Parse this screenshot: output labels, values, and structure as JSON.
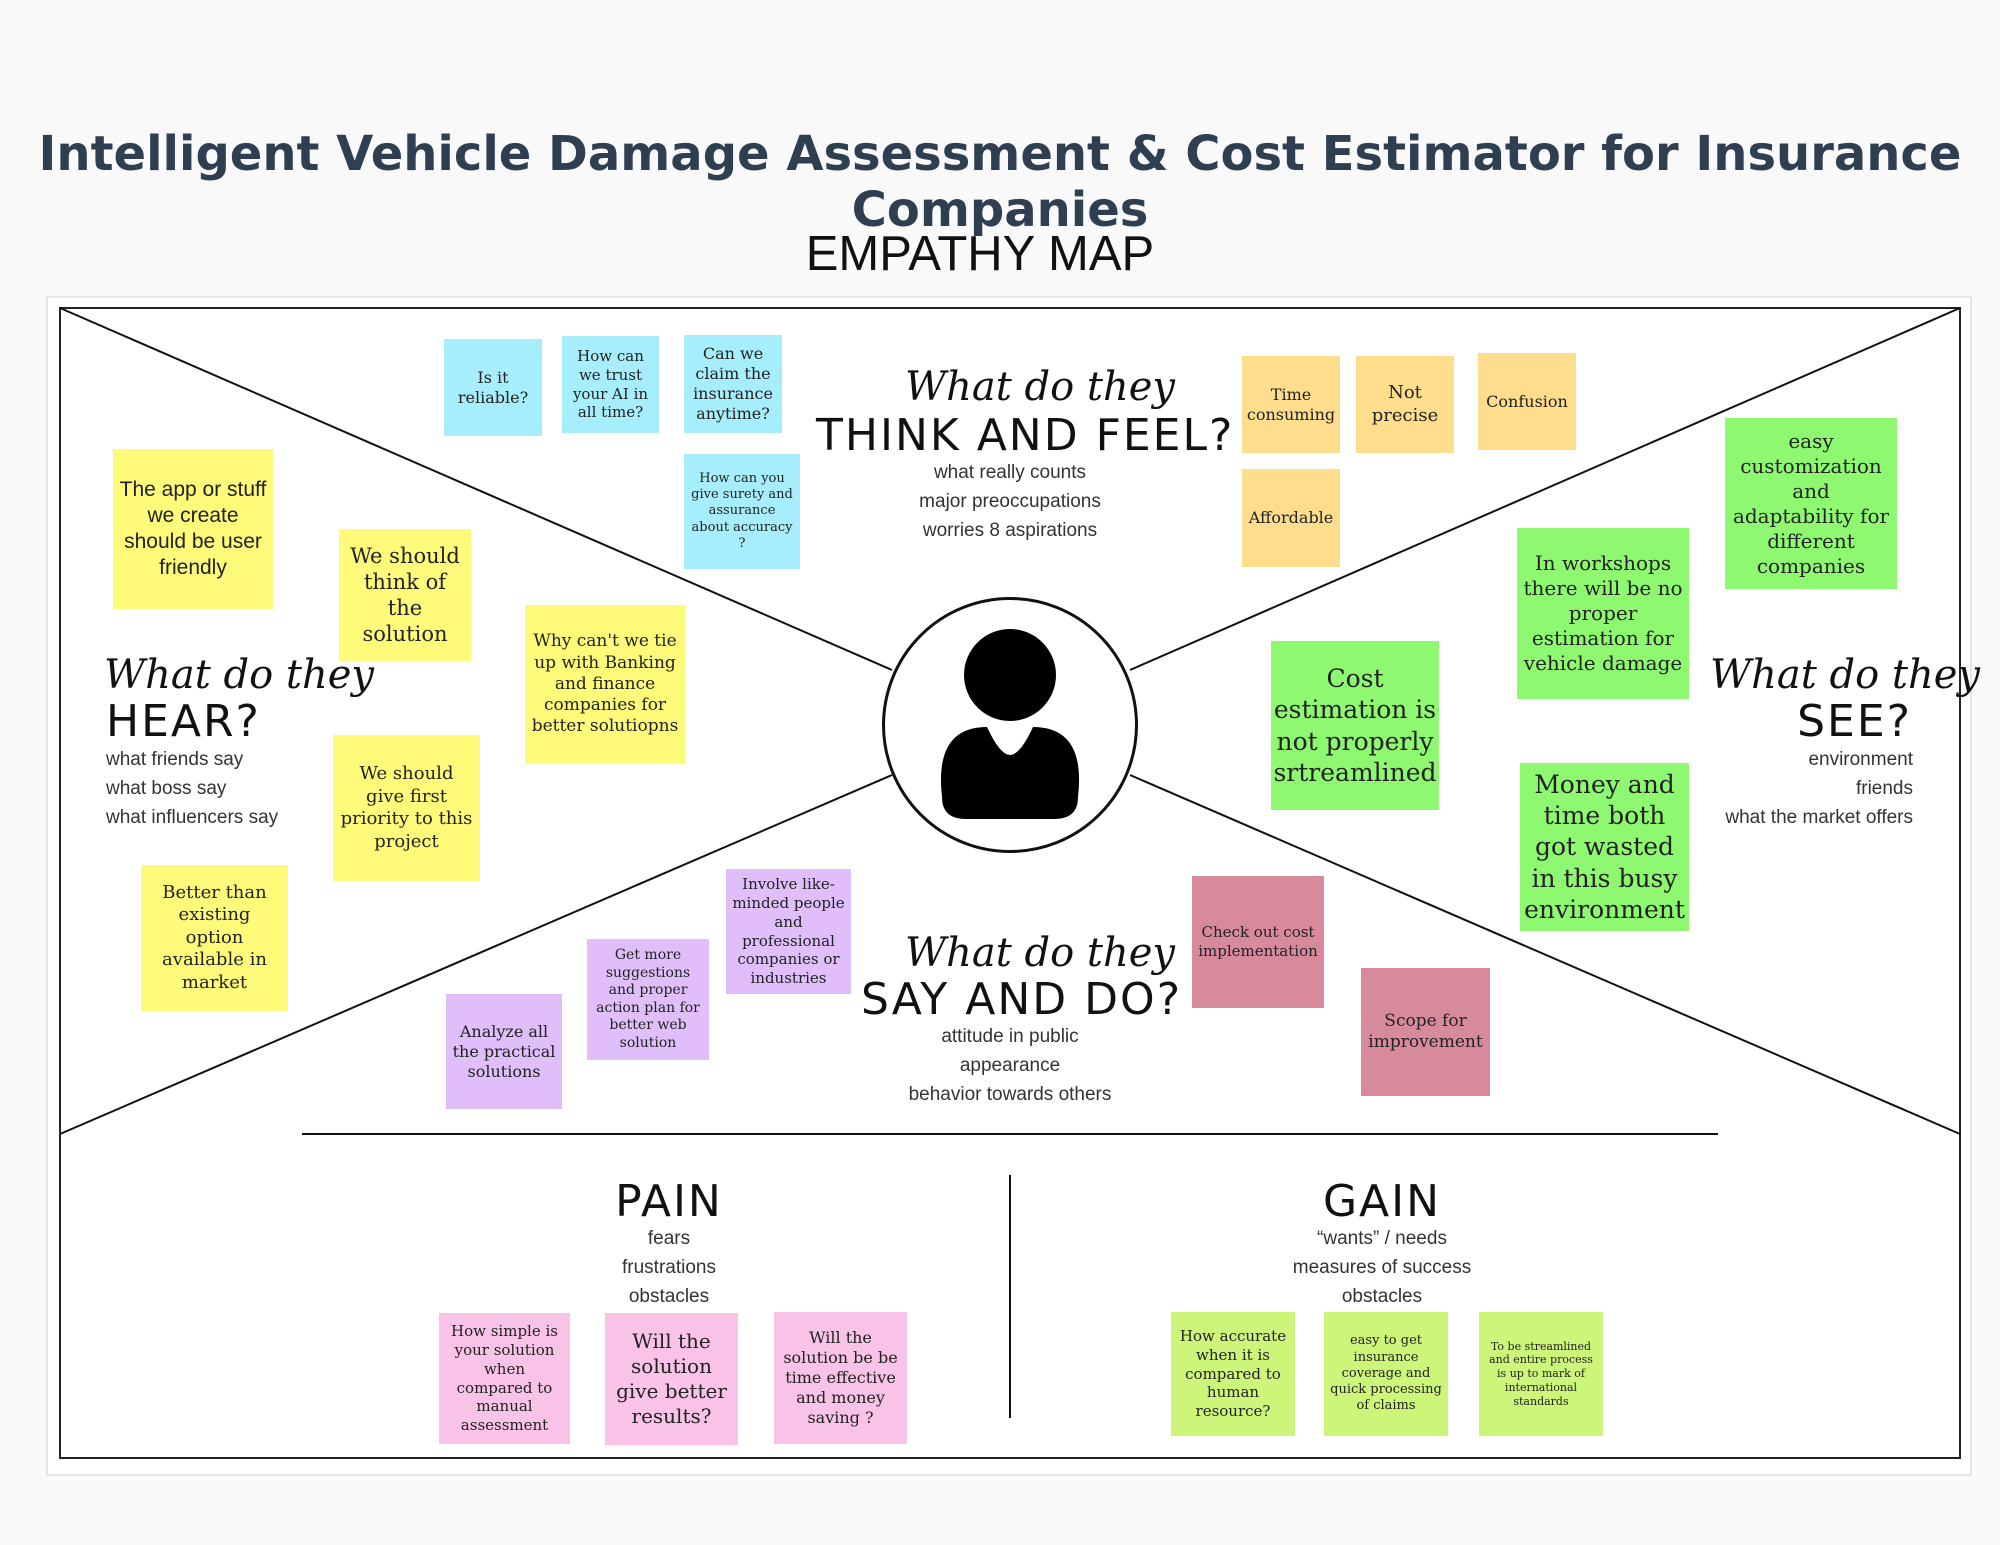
{
  "title": "Intelligent Vehicle Damage Assessment & Cost Estimator for Insurance Companies",
  "subtitle": "EMPATHY MAP",
  "sections": {
    "think": {
      "script": "What do they",
      "heading": "THINK AND FEEL?",
      "lines": [
        "what really counts",
        "major preoccupations",
        "worries 8 aspirations"
      ]
    },
    "hear": {
      "script": "What do they",
      "heading": "HEAR?",
      "lines": [
        "what friends say",
        "what boss say",
        "what influencers say"
      ]
    },
    "see": {
      "script": "What do they",
      "heading": "SEE?",
      "lines": [
        "environment",
        "friends",
        "what the market offers"
      ]
    },
    "say": {
      "script": "What do they",
      "heading": "SAY AND DO?",
      "lines": [
        "attitude in public",
        "appearance",
        "behavior towards others"
      ]
    },
    "pain": {
      "heading": "PAIN",
      "lines": [
        "fears",
        "frustrations",
        "obstacles"
      ]
    },
    "gain": {
      "heading": "GAIN",
      "lines": [
        "“wants” / needs",
        "measures of success",
        "obstacles"
      ]
    }
  },
  "notes": {
    "think_blue": [
      "Is it reliable?",
      "How can we trust your AI in all time?",
      "Can we claim the insurance anytime?",
      "How can you give surety and assurance about accuracy ?"
    ],
    "think_orange": [
      "Time consuming",
      "Not precise",
      "Confusion",
      "Affordable"
    ],
    "hear_yellow": [
      "The app or stuff we create should be user friendly",
      "We should think of the solution",
      "Why can't we tie up with Banking and finance companies for better solutiopns",
      "We should give first priority to this project",
      "Better than existing option available in market"
    ],
    "see_green": [
      "easy customization and adaptability for different companies",
      "In workshops there will be no proper estimation for vehicle damage",
      "Cost estimation is not properly srtreamlined",
      "Money and time both got wasted in this busy environment"
    ],
    "say_purple": [
      "Involve like- minded people and professional companies or industries",
      "Get more suggestions and proper action plan for better web solution",
      "Analyze all the practical solutions"
    ],
    "say_rose": [
      "Check out cost implementation",
      "Scope for improvement"
    ],
    "pain_pink": [
      "How simple is your solution when compared to manual assessment",
      "Will the solution give better results?",
      "Will the solution be be time effective and money saving ?"
    ],
    "gain_lime": [
      "How accurate when it is compared to human resource?",
      "easy to get insurance coverage and quick processing of claims",
      "To be streamlined and entire process is up to mark of international standards"
    ]
  },
  "colors": {
    "blue": "#a6eefb",
    "orange": "#fedd8c",
    "green": "#8df870",
    "lime": "#ccf57a",
    "yellow": "#fdfb79",
    "purple": "#dfbefa",
    "rose": "#d68a9c",
    "pink": "#f8c3e6",
    "title": "#2e3f52"
  },
  "icon": "user-avatar-icon"
}
